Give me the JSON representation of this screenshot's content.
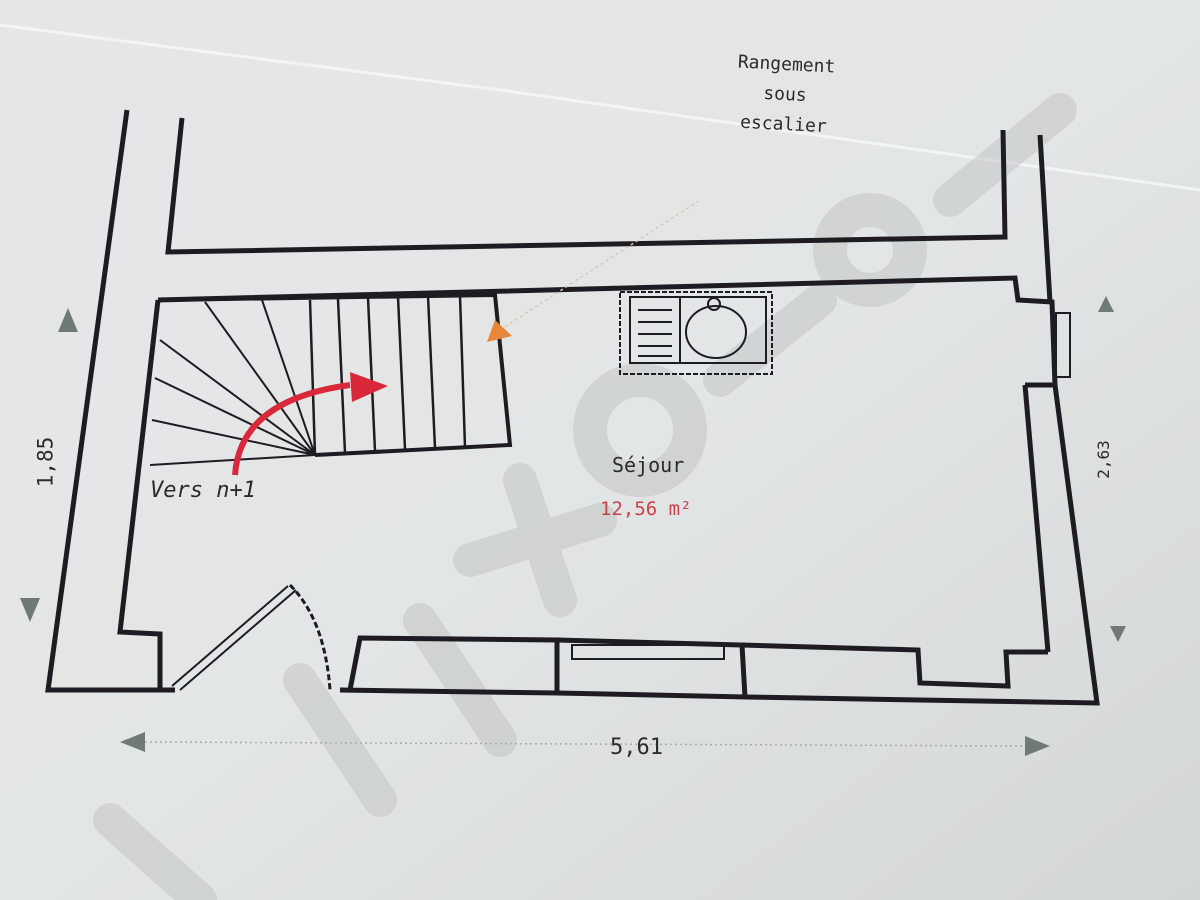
{
  "plan": {
    "storage_label": [
      "Rangement",
      "sous",
      "escalier"
    ],
    "stairs_label": "Vers n+1",
    "room_name": "Séjour",
    "room_area": "12,56 m²",
    "dim_left": "1,85",
    "dim_right": "2,63",
    "dim_bottom": "5,61"
  },
  "colors": {
    "wall": "#1e1c22",
    "area_text": "#c9414a",
    "stairs_arrow": "#d8283a",
    "pointer_arrow": "#e8873a",
    "dim_arrow": "#6f7a78",
    "paper": "#e4e6e6"
  }
}
